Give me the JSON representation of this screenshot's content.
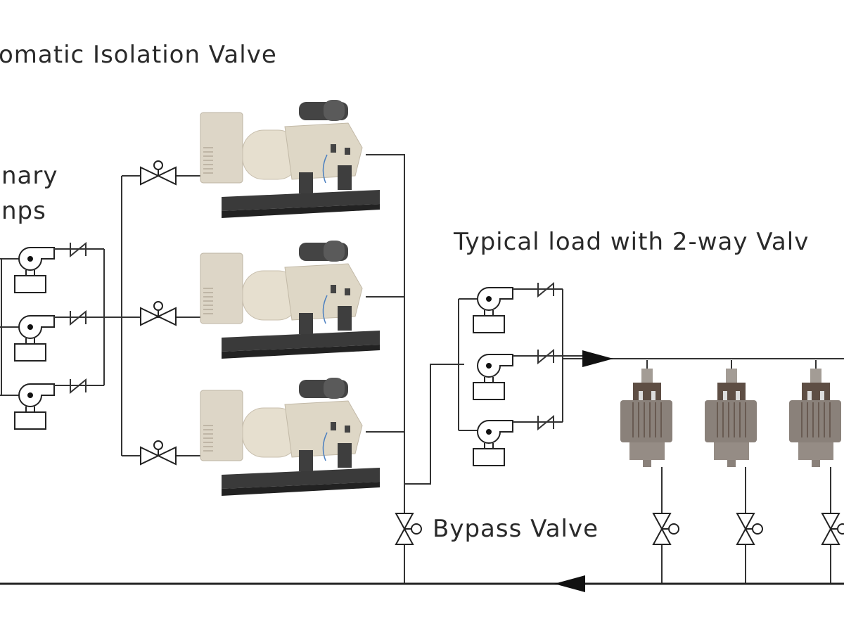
{
  "labels": {
    "isolation_valve": "omatic Isolation Valve",
    "primary_line1": "nary",
    "primary_line2": "nps",
    "typical_load": "Typical load with 2-way Valv",
    "bypass_valve": "Bypass Valve"
  },
  "colors": {
    "pipe": "#333333",
    "chiller_body": "#d9d2c3",
    "chiller_base": "#3c3c3c",
    "load_unit": "#7d736b"
  }
}
